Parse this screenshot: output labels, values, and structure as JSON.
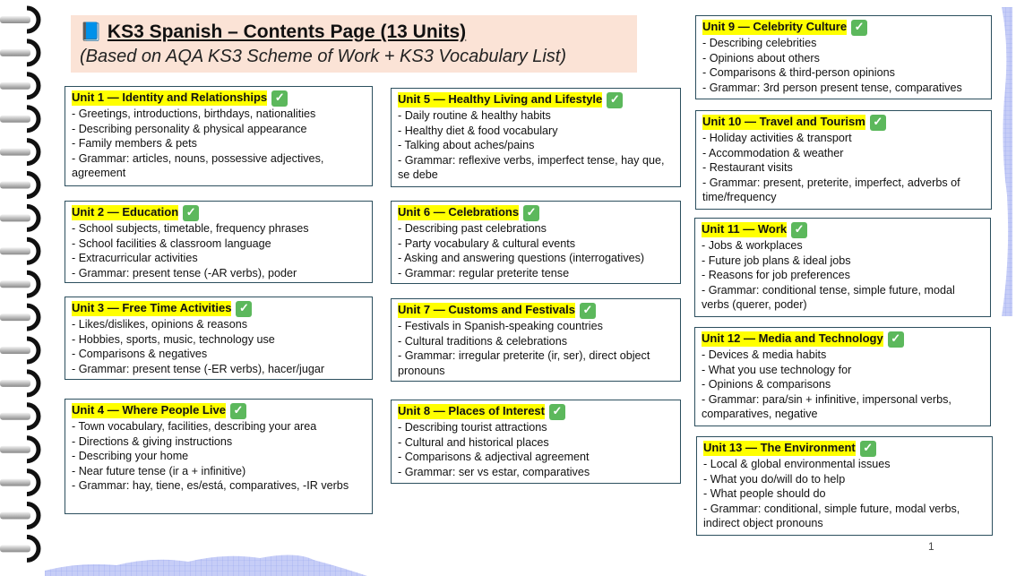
{
  "header": {
    "title": "KS3 Spanish – Contents Page (13 Units)",
    "subtitle": "(Based on AQA KS3 Scheme of Work + KS3 Vocabulary List)"
  },
  "units": [
    {
      "title": "Unit 1 — Identity and Relationships",
      "items": [
        "- Greetings, introductions, birthdays, nationalities",
        "- Describing personality & physical appearance",
        "- Family members & pets",
        "- Grammar: articles, nouns, possessive adjectives, agreement"
      ]
    },
    {
      "title": "Unit 2 — Education",
      "items": [
        "- School subjects, timetable, frequency phrases",
        "- School facilities & classroom language",
        "- Extracurricular activities",
        "- Grammar: present tense (-AR verbs), poder"
      ]
    },
    {
      "title": "Unit 3 — Free Time Activities",
      "items": [
        "- Likes/dislikes, opinions & reasons",
        "- Hobbies, sports, music, technology use",
        "- Comparisons & negatives",
        "- Grammar: present tense (-ER verbs), hacer/jugar"
      ]
    },
    {
      "title": "Unit 4 — Where People Live",
      "items": [
        "- Town vocabulary, facilities, describing your area",
        "- Directions & giving instructions",
        "- Describing your home",
        "- Near future tense (ir a + infinitive)",
        "- Grammar: hay, tiene, es/está, comparatives, -IR verbs"
      ]
    },
    {
      "title": "Unit 5 — Healthy Living and Lifestyle",
      "items": [
        "- Daily routine & healthy habits",
        "- Healthy diet & food vocabulary",
        "- Talking about aches/pains",
        "- Grammar: reflexive verbs, imperfect tense, hay que, se debe"
      ]
    },
    {
      "title": "Unit 6 — Celebrations",
      "items": [
        "- Describing past celebrations",
        "- Party vocabulary & cultural events",
        "- Asking and answering questions (interrogatives)",
        "- Grammar: regular preterite tense"
      ]
    },
    {
      "title": "Unit 7 — Customs and Festivals",
      "items": [
        "- Festivals in Spanish-speaking countries",
        "- Cultural traditions & celebrations",
        "- Grammar: irregular preterite (ir, ser), direct object pronouns"
      ]
    },
    {
      "title": "Unit 8 — Places of Interest",
      "items": [
        "- Describing tourist attractions",
        "- Cultural and historical places",
        "- Comparisons & adjectival agreement",
        "- Grammar: ser vs estar, comparatives"
      ]
    },
    {
      "title": "Unit 9 — Celebrity Culture",
      "items": [
        "- Describing celebrities",
        "- Opinions about others",
        "- Comparisons & third-person opinions",
        "- Grammar: 3rd person present tense, comparatives"
      ]
    },
    {
      "title": "Unit 10 — Travel and Tourism",
      "items": [
        "- Holiday activities & transport",
        "- Accommodation & weather",
        "- Restaurant visits",
        "- Grammar: present, preterite, imperfect, adverbs of time/frequency"
      ]
    },
    {
      "title": "Unit 11 — Work",
      "items": [
        "- Jobs & workplaces",
        "- Future job plans & ideal jobs",
        "- Reasons for job preferences",
        "- Grammar: conditional tense, simple future, modal verbs (querer, poder)"
      ]
    },
    {
      "title": "Unit 12 — Media and Technology",
      "items": [
        "- Devices & media habits",
        "- What you use technology for",
        "- Opinions & comparisons",
        "- Grammar: para/sin + infinitive, impersonal verbs, comparatives, negative"
      ]
    },
    {
      "title": "Unit 13 — The Environment",
      "items": [
        "- Local & global environmental issues",
        "- What you do/will do to help",
        "- What people should do",
        "- Grammar: conditional, simple future, modal verbs, indirect object pronouns"
      ]
    }
  ],
  "footer": {
    "page_number": "1"
  },
  "icons": {
    "title_icon": "book-icon",
    "check_icon": "check-mark-icon"
  },
  "colors": {
    "highlight": "#ffff00",
    "title_bg": "#fbe3d6",
    "box_border": "#2c4f5e",
    "check": "#5cb85c"
  }
}
